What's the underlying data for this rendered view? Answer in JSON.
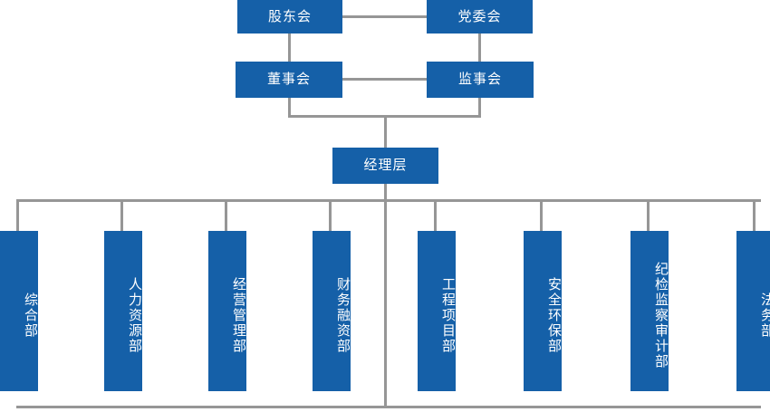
{
  "chart": {
    "title": "",
    "type": "org-chart",
    "colors": {
      "node_fill": "#1560A8",
      "node_text": "#ffffff",
      "connector": "#969696",
      "background": "#ffffff"
    }
  },
  "governance": {
    "shareholders_meeting": "股东会",
    "party_committee": "党委会",
    "board_of_directors": "董事会",
    "board_of_supervisors": "监事会"
  },
  "management": {
    "manager_layer": "经理层"
  },
  "departments": [
    {
      "id": "general-affairs",
      "label": "综合部"
    },
    {
      "id": "human-resources",
      "label": "人力资源部"
    },
    {
      "id": "business-management",
      "label": "经营管理部"
    },
    {
      "id": "finance-financing",
      "label": "财务融资部"
    },
    {
      "id": "engineering-project",
      "label": "工程项目部"
    },
    {
      "id": "safety-environment",
      "label": "安全环保部"
    },
    {
      "id": "discipline-audit",
      "label": "纪检监察审计部"
    },
    {
      "id": "legal-affairs",
      "label": "法务部"
    }
  ]
}
